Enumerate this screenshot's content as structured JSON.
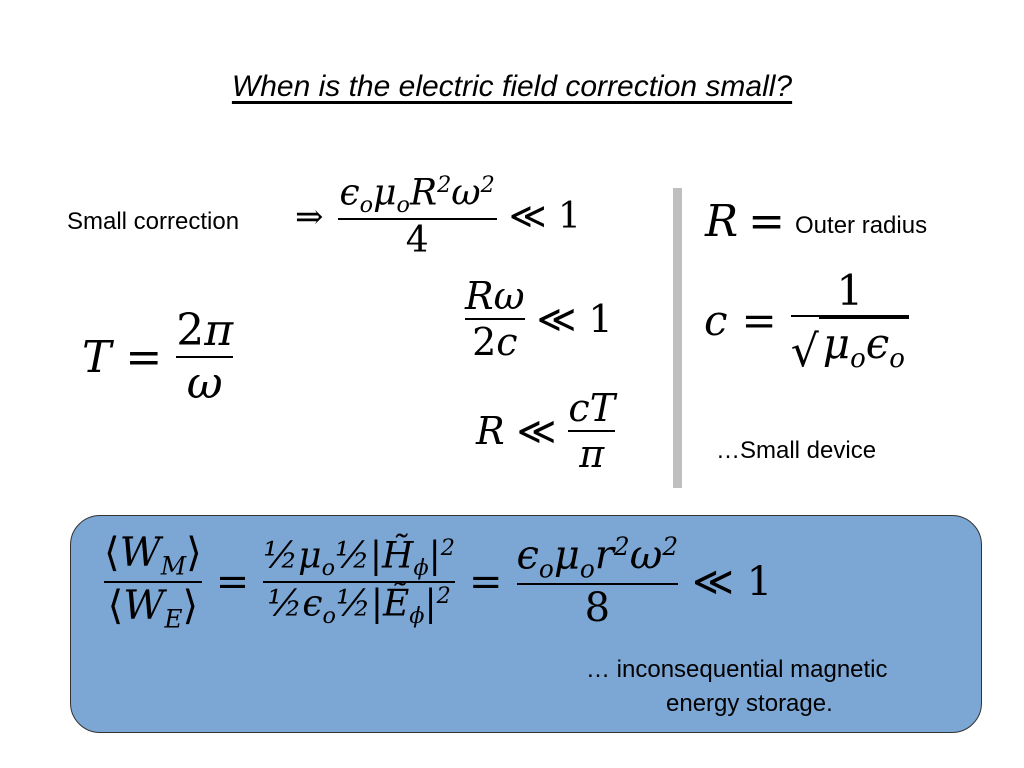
{
  "title": "When is the electric field correction small?",
  "labels": {
    "small_correction": "Small correction",
    "outer_radius": "Outer radius",
    "small_device": "…Small device",
    "magnetic_line1": "… inconsequential magnetic",
    "magnetic_line2": "energy storage."
  },
  "colors": {
    "box_fill": "#7ca6d4",
    "divider": "#bfbfbf"
  }
}
